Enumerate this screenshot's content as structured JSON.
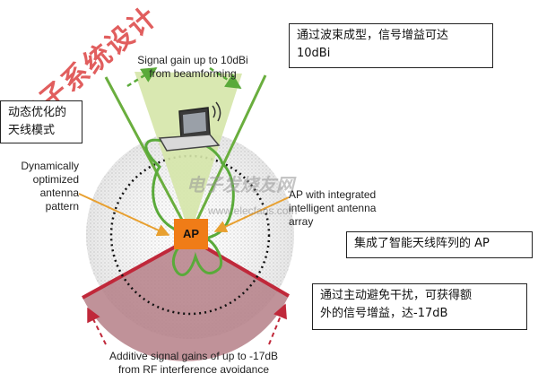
{
  "watermark": {
    "red_text": "电子系统设计",
    "grey_text": "电子发烧友网",
    "url_text": "www.elecfans.com"
  },
  "labels": {
    "beamforming_en": "Signal gain up to 10dBi\nfrom beamforming",
    "dynamic_en": "Dynamically\noptimized\nantenna\npattern",
    "ap_integrated_en": "AP with integrated\nintelligent antenna\narray",
    "additive_en": "Additive signal gains of up to -17dB\nfrom RF interference avoidance",
    "ap": "AP"
  },
  "boxes": {
    "beamforming_cn": "通过波束成型，信号增益可达\n10dBi",
    "dynamic_cn": "动态优化的\n天线模式",
    "integrated_cn": "集成了智能天线阵列的 AP",
    "avoidance_cn": "通过主动避免干扰，可获得额\n外的信号增益，达-17dB"
  },
  "colors": {
    "beam_green": "#5aaa3a",
    "beam_fill": "#d5e6a8",
    "interference_red": "#c0283a",
    "interference_fill": "#b57f87",
    "ap_orange": "#f07c17",
    "arrow_orange": "#e8a030"
  },
  "icons": {
    "laptop": "laptop-icon",
    "wifi": "wifi-icon"
  }
}
